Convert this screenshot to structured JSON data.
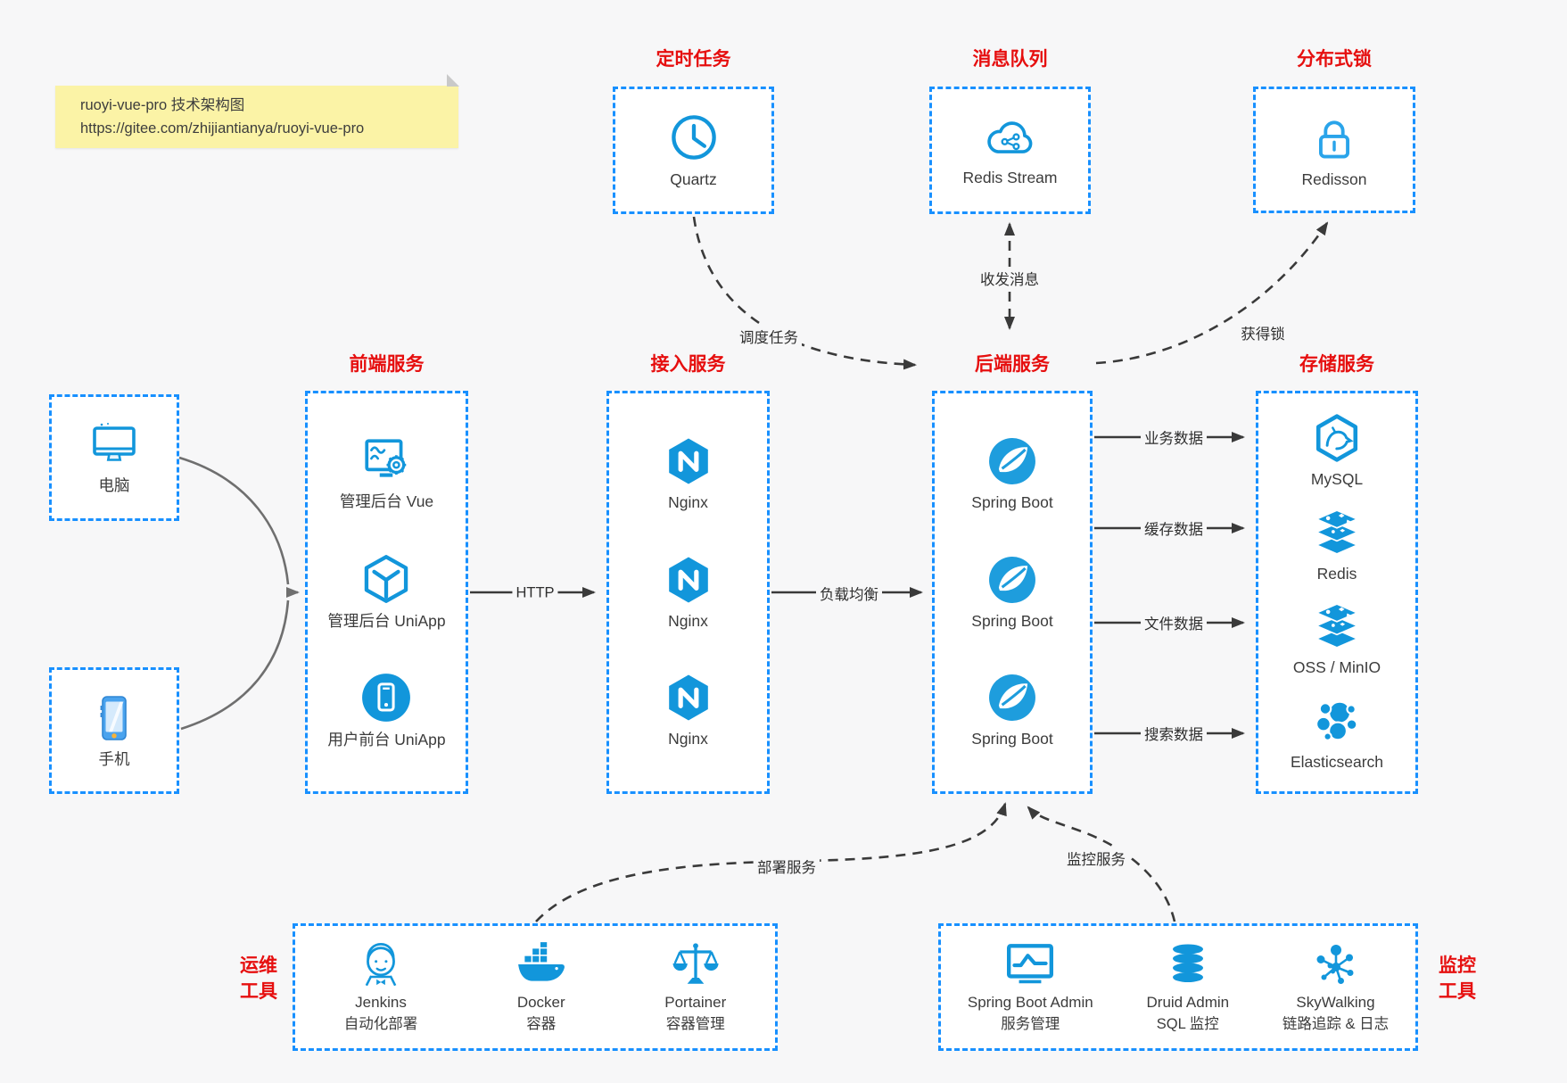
{
  "colors": {
    "canvas_bg": "#f7f7f8",
    "box_border_blue": "#1890ff",
    "icon_blue": "#1296db",
    "title_red": "#e60f0f",
    "note_bg": "#fbf3a6",
    "arrow_dark": "#3a3a3a",
    "arrow_gray": "#6f6f6f"
  },
  "note": {
    "line1": "ruoyi-vue-pro 技术架构图",
    "line2": "https://gitee.com/zhijiantianya/ruoyi-vue-pro"
  },
  "top_services": [
    {
      "title": "定时任务",
      "icon": "clock-icon",
      "label": "Quartz"
    },
    {
      "title": "消息队列",
      "icon": "cloud-network-icon",
      "label": "Redis Stream"
    },
    {
      "title": "分布式锁",
      "icon": "lock-icon",
      "label": "Redisson"
    }
  ],
  "clients": [
    {
      "icon": "desktop-icon",
      "label": "电脑"
    },
    {
      "icon": "smartphone-icon",
      "label": "手机"
    }
  ],
  "frontend": {
    "title": "前端服务",
    "items": [
      {
        "icon": "admin-vue-icon",
        "label": "管理后台 Vue"
      },
      {
        "icon": "uniapp-cube-icon",
        "label": "管理后台 UniApp"
      },
      {
        "icon": "user-app-icon",
        "label": "用户前台 UniApp"
      }
    ]
  },
  "access": {
    "title": "接入服务",
    "items": [
      {
        "icon": "nginx-icon",
        "label": "Nginx"
      },
      {
        "icon": "nginx-icon",
        "label": "Nginx"
      },
      {
        "icon": "nginx-icon",
        "label": "Nginx"
      }
    ]
  },
  "backend": {
    "title": "后端服务",
    "items": [
      {
        "icon": "spring-boot-icon",
        "label": "Spring Boot"
      },
      {
        "icon": "spring-boot-icon",
        "label": "Spring Boot"
      },
      {
        "icon": "spring-boot-icon",
        "label": "Spring Boot"
      }
    ]
  },
  "storage": {
    "title": "存储服务",
    "items": [
      {
        "icon": "mysql-icon",
        "label": "MySQL"
      },
      {
        "icon": "redis-icon",
        "label": "Redis"
      },
      {
        "icon": "oss-icon",
        "label": "OSS / MinIO"
      },
      {
        "icon": "elasticsearch-icon",
        "label": "Elasticsearch"
      }
    ]
  },
  "ops": {
    "side_title_line1": "运维",
    "side_title_line2": "工具",
    "items": [
      {
        "icon": "jenkins-icon",
        "name": "Jenkins",
        "desc": "自动化部署"
      },
      {
        "icon": "docker-icon",
        "name": "Docker",
        "desc": "容器"
      },
      {
        "icon": "portainer-icon",
        "name": "Portainer",
        "desc": "容器管理"
      }
    ]
  },
  "monitoring": {
    "side_title_line1": "监控",
    "side_title_line2": "工具",
    "items": [
      {
        "icon": "spring-boot-admin-icon",
        "name": "Spring Boot Admin",
        "desc": "服务管理"
      },
      {
        "icon": "druid-icon",
        "name": "Druid Admin",
        "desc": "SQL 监控"
      },
      {
        "icon": "skywalking-icon",
        "name": "SkyWalking",
        "desc": "链路追踪 & 日志"
      }
    ]
  },
  "edges": {
    "http": "HTTP",
    "load_balance": "负载均衡",
    "schedule": "调度任务",
    "message": "收发消息",
    "lock": "获得锁",
    "business_data": "业务数据",
    "cache_data": "缓存数据",
    "file_data": "文件数据",
    "search_data": "搜索数据",
    "deploy": "部署服务",
    "monitor": "监控服务"
  }
}
